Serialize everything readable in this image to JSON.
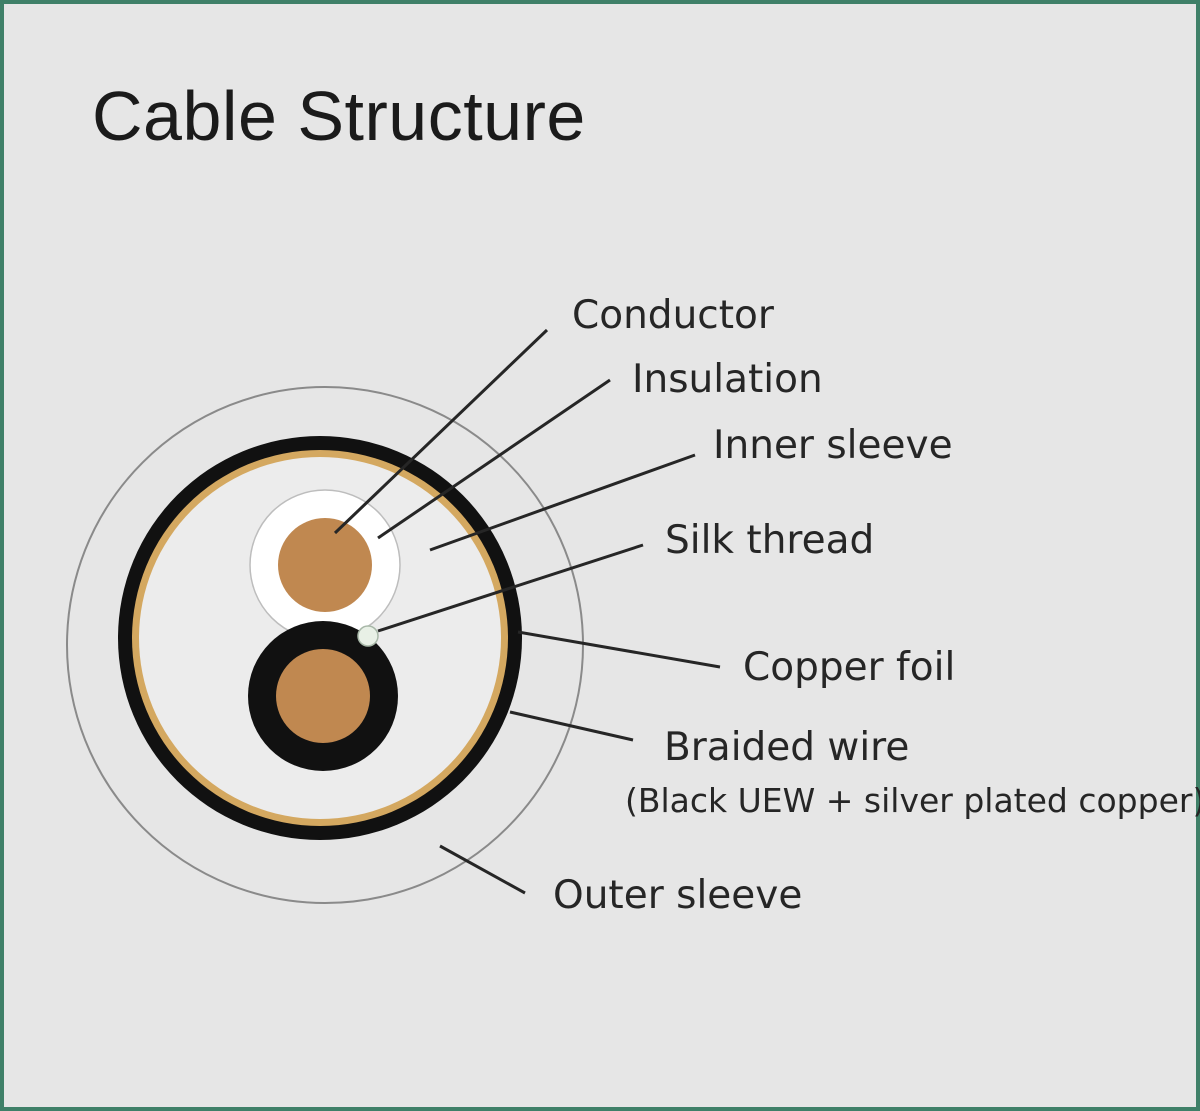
{
  "title": "Cable Structure",
  "labels": {
    "conductor": "Conductor",
    "insulation": "Insulation",
    "inner_sleeve": "Inner sleeve",
    "silk_thread": "Silk thread",
    "copper_foil": "Copper foil",
    "braided_wire": "Braided wire",
    "braided_wire_detail": "(Black UEW + silver plated copper)",
    "outer_sleeve": "Outer sleeve"
  },
  "colors": {
    "background": "#e6e6e6",
    "frame": "#3f8068",
    "copper": "#c08850",
    "copper_foil": "#d4a860",
    "black": "#111111",
    "white": "#ffffff",
    "outer_line": "#8a8a8a"
  }
}
